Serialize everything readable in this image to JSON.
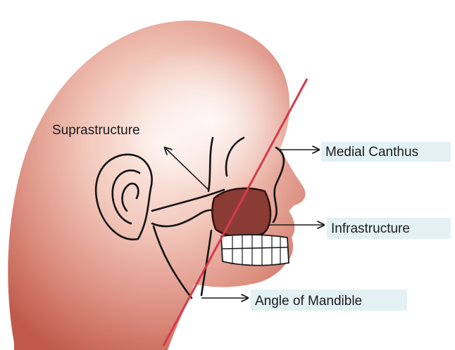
{
  "labels": {
    "suprastructure": "Suprastructure",
    "medial_canthus": "Medial Canthus",
    "infrastructure": "Infrastructure",
    "angle_of_mandible": "Angle of Mandible"
  },
  "colors": {
    "skin_light": "#fbe6df",
    "skin_mid": "#e6a497",
    "skin_dark": "#c45e4f",
    "maxillary_sinus": "#8a3b34",
    "reference_line": "#d8394a",
    "label_box": "#e3f1f5"
  }
}
